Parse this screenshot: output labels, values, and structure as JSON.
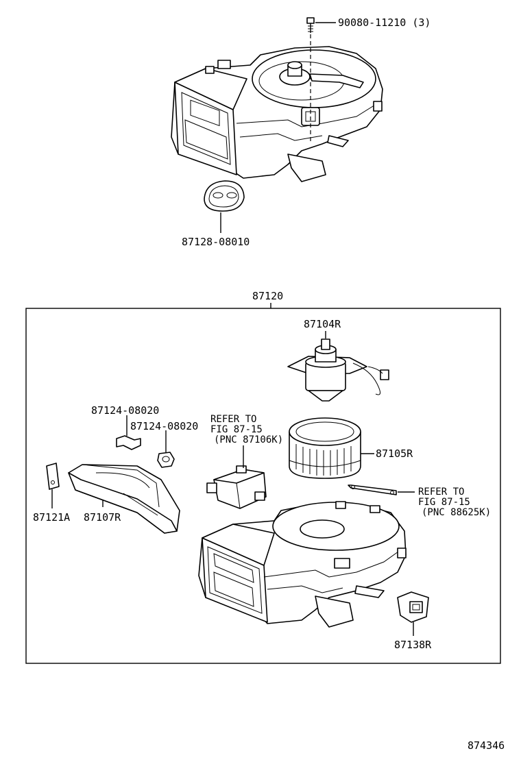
{
  "labels": {
    "bolt": "90080-11210 (3)",
    "grommet": "87128-08010",
    "assembly": "87120",
    "motor": "87104R",
    "clip_a": "87124-08020",
    "clip_b": "87124-08020",
    "refer1_line1": "REFER TO",
    "refer1_line2": "FIG 87-15",
    "refer1_line3": "(PNC 87106K)",
    "fan": "87105R",
    "refer2_line1": "REFER TO",
    "refer2_line2": "FIG 87-15",
    "refer2_line3": "(PNC 88625K)",
    "bracket": "87121A",
    "duct": "87107R",
    "resistor": "87138R",
    "figure_number": "874346"
  }
}
